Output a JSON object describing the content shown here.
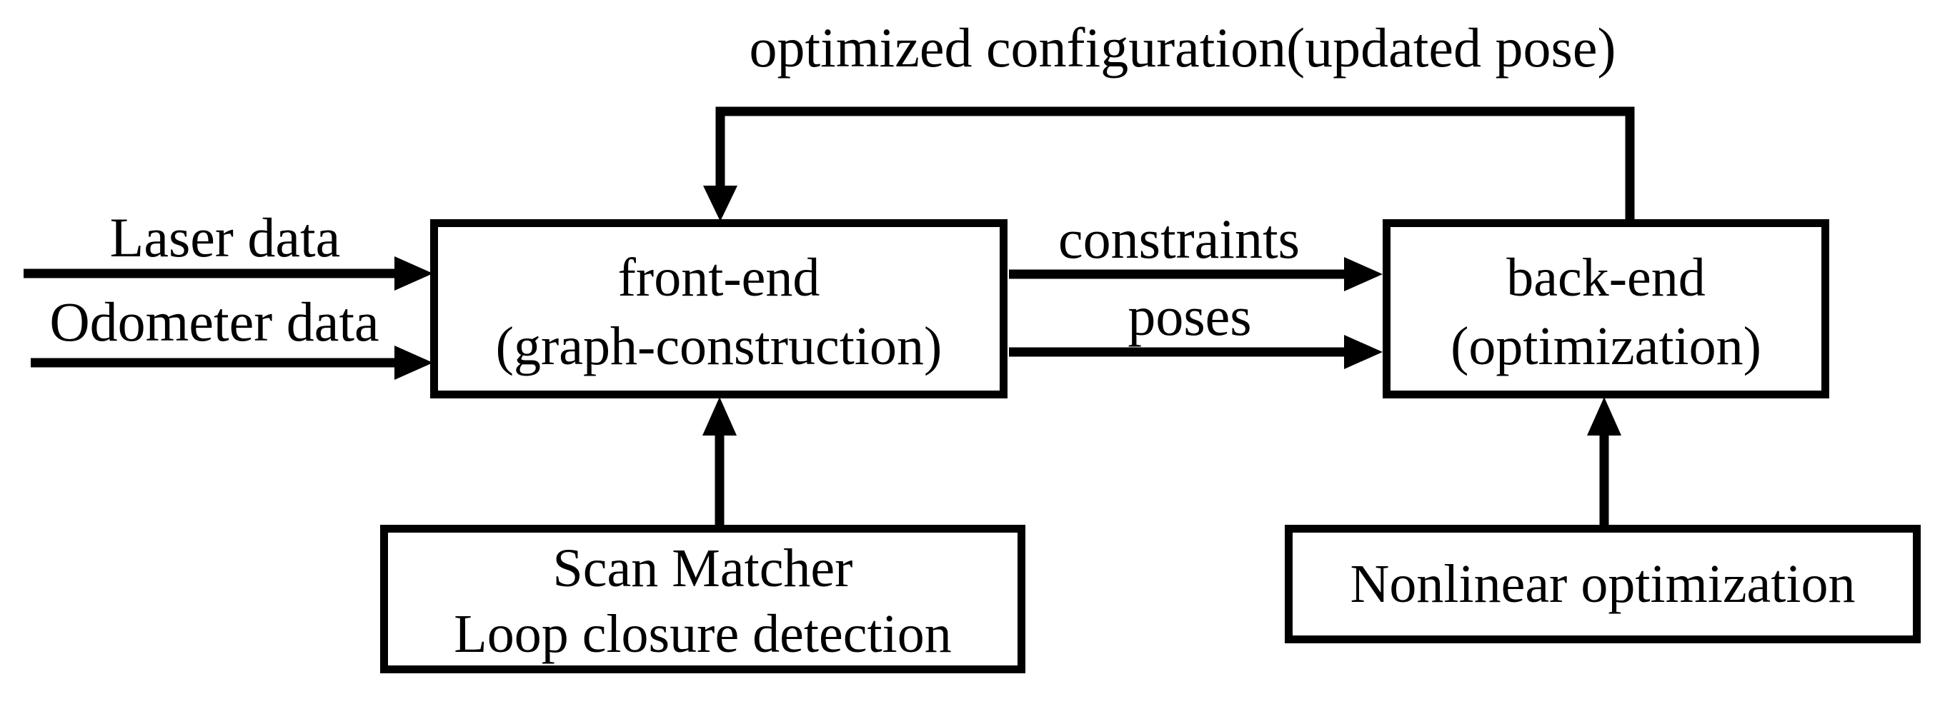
{
  "diagram": {
    "title_label": "optimized configuration(updated pose)",
    "boxes": {
      "front_end": {
        "line1": "front-end",
        "line2": "(graph-construction)"
      },
      "back_end": {
        "line1": "back-end",
        "line2": "(optimization)"
      },
      "scan_matcher": {
        "line1": "Scan Matcher",
        "line2": "Loop closure detection"
      },
      "nonlinear": {
        "line1": "Nonlinear optimization"
      }
    },
    "edge_labels": {
      "laser": "Laser data",
      "odometer": "Odometer data",
      "constraints": "constraints",
      "poses": "poses"
    },
    "edges": [
      "laser-data -> front-end",
      "odometer-data -> front-end",
      "front-end -> back-end (constraints)",
      "front-end -> back-end (poses)",
      "scan-matcher -> front-end",
      "nonlinear-optimization -> back-end",
      "back-end -> front-end (optimized configuration / updated pose)"
    ],
    "colors": {
      "ink": "#000000",
      "background": "#ffffff"
    }
  }
}
